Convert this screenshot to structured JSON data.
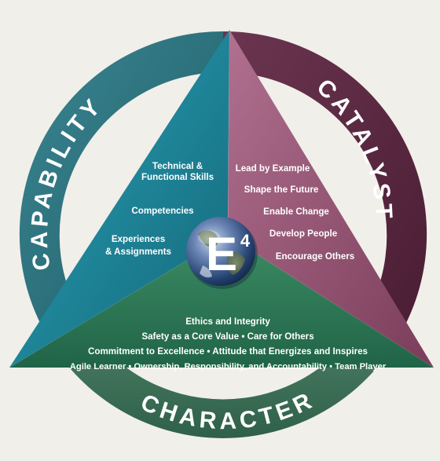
{
  "ring": {
    "capability": "CAPABILITY",
    "catalyst": "CATALYST",
    "character": "CHARACTER"
  },
  "capability_items": {
    "technical_line1": "Technical &",
    "technical_line2": "Functional Skills",
    "competencies": "Competencies",
    "experiences_line1": "Experiences",
    "experiences_line2": "& Assignments"
  },
  "catalyst_items": {
    "lead": "Lead by Example",
    "shape": "Shape the Future",
    "enable": "Enable Change",
    "develop": "Develop People",
    "encourage": "Encourage Others"
  },
  "character_items": {
    "line1": "Ethics and Integrity",
    "line2": "Safety as a Core Value  •  Care for Others",
    "line3": "Commitment to Excellence  •  Attitude that Energizes and Inspires",
    "line4": "Agile Learner  •  Ownership, Responsibility, and Accountability  •  Team Player"
  },
  "center": {
    "letter": "E",
    "superscript": "4"
  },
  "colors": {
    "background": "#f1efe9",
    "capability_ring": "#2b6f79",
    "catalyst_ring": "#5c2840",
    "character_ring": "#3f7159",
    "capability_fill": "#1e8397",
    "catalyst_fill": "#8c4c69",
    "character_fill": "#2f7b55",
    "text": "#ffffff"
  }
}
